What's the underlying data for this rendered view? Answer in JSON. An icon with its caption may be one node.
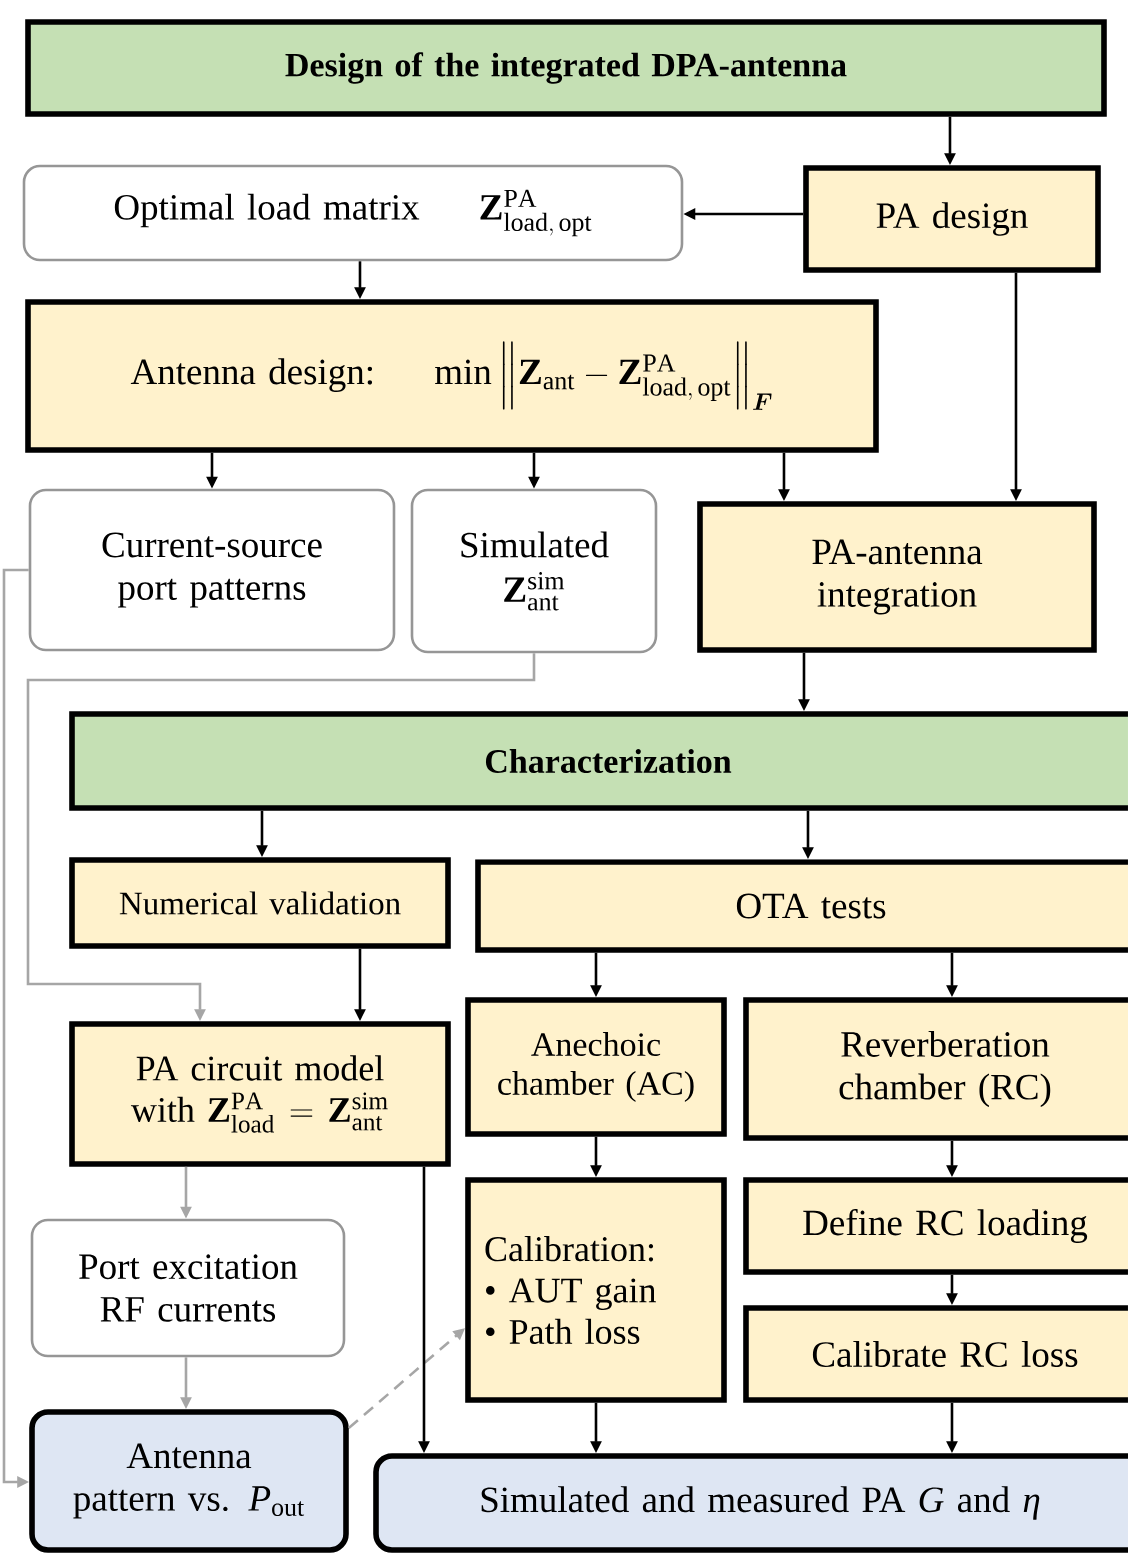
{
  "diagram": {
    "nodes": [
      {
        "text": [
          "Design of the integrated DPA-antenna"
        ]
      },
      {
        "text": [
          "Optimal load matrix",
          "\\mathbf{Z}_{\\mathrm{load,\\,opt}}^{\\mathrm{PA}}"
        ]
      },
      {
        "text": [
          "PA design"
        ]
      },
      {
        "text": [
          "Antenna design:",
          "\\min\\left\\|\\mathbf{Z}_{\\mathrm{ant}}-\\mathbf{Z}_{\\mathrm{load,\\,opt}}^{\\mathrm{PA}}\\right\\|_{\\boldsymbol{F}}"
        ]
      },
      {
        "text": [
          "Current-source port patterns"
        ]
      },
      {
        "text": [
          "Simulated",
          "\\mathbf{Z}_{\\mathrm{ant}}^{\\mathrm{sim}}"
        ]
      },
      {
        "text": [
          "PA-antenna integration"
        ]
      },
      {
        "text": [
          "Characterization"
        ]
      },
      {
        "text": [
          "Numerical validation"
        ]
      },
      {
        "text": [
          "OTA tests"
        ]
      },
      {
        "text": [
          "PA circuit model with",
          "\\mathbf{Z}_{\\mathrm{load}}^{\\mathrm{PA}}=\\mathbf{Z}_{\\mathrm{ant}}^{\\mathrm{sim}}"
        ]
      },
      {
        "text": [
          "Anechoic chamber (AC)"
        ]
      },
      {
        "text": [
          "Reverberation chamber (RC)"
        ]
      },
      {
        "text": [
          "Calibration:",
          "• AUT gain",
          "• Path loss"
        ]
      },
      {
        "text": [
          "Define RC loading"
        ]
      },
      {
        "text": [
          "Calibrate RC loss"
        ]
      },
      {
        "text": [
          "Port excitation RF currents"
        ]
      },
      {
        "text": [
          "Antenna pattern vs. *P*$_{out}$"
        ]
      },
      {
        "text": [
          "Simulated and measured PA *G* and *η*"
        ]
      }
    ],
    "edges": [
      {
        "from": 0,
        "to": 2,
        "arrow": "to"
      },
      {
        "from": 2,
        "to": 1,
        "arrow": "to"
      },
      {
        "from": 1,
        "to": 3,
        "arrow": "to"
      },
      {
        "from": 3,
        "to": 4,
        "arrow": "to"
      },
      {
        "from": 3,
        "to": 5,
        "arrow": "to"
      },
      {
        "from": 3,
        "to": 6,
        "arrow": "to"
      },
      {
        "from": 2,
        "to": 6,
        "arrow": "to"
      },
      {
        "from": 6,
        "to": 7,
        "arrow": "to"
      },
      {
        "from": 7,
        "to": 8,
        "arrow": "to"
      },
      {
        "from": 7,
        "to": 9,
        "arrow": "to"
      },
      {
        "from": 5,
        "to": 10,
        "arrow": "to",
        "color": "#a6a6a6"
      },
      {
        "from": 4,
        "to": 17,
        "arrow": "to",
        "color": "#a6a6a6"
      },
      {
        "from": 8,
        "to": 10,
        "arrow": "to"
      },
      {
        "from": 9,
        "to": 11,
        "arrow": "to"
      },
      {
        "from": 9,
        "to": 12,
        "arrow": "to"
      },
      {
        "from": 11,
        "to": 13,
        "arrow": "to"
      },
      {
        "from": 12,
        "to": 14,
        "arrow": "to"
      },
      {
        "from": 14,
        "to": 15,
        "arrow": "to"
      },
      {
        "from": 10,
        "to": 16,
        "arrow": "to",
        "color": "#a6a6a6"
      },
      {
        "from": 16,
        "to": 17,
        "arrow": "to",
        "color": "#a6a6a6"
      },
      {
        "from": 17,
        "to": 13,
        "arrow": "to",
        "style": "dashed",
        "color": "#a6a6a6"
      },
      {
        "from": 10,
        "to": 18,
        "arrow": "to"
      },
      {
        "from": 13,
        "to": 18,
        "arrow": "to"
      },
      {
        "from": 15,
        "to": 18,
        "arrow": "to"
      }
    ]
  }
}
